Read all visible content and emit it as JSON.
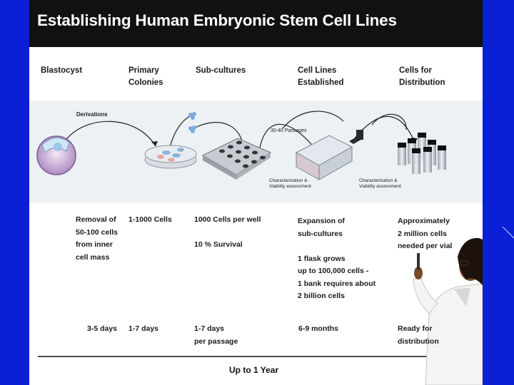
{
  "title": "Establishing Human Embryonic Stem Cell Lines",
  "stage_headers": [
    "Blastocyst",
    "Primary\nColonies",
    "Sub-cultures",
    "Cell Lines\nEstablished",
    "Cells for\nDistribution"
  ],
  "derivations_label": "Derivations",
  "passages_label": "30-40 Passages",
  "assessment_labels": [
    "Characterization &\nViability assessment",
    "Characterization &\nViability assessment"
  ],
  "details": [
    "Removal of\n50-100 cells\nfrom inner\ncell mass",
    "1-1000 Cells",
    "1000 Cells per well\n\n10 % Survival",
    "Expansion of\nsub-cultures\n\n1 flask grows\nup to 100,000 cells -\n1 bank requires about\n2 billion cells",
    "Approximately\n2 million cells\nneeded per vial"
  ],
  "durations": [
    "3-5 days",
    "1-7 days",
    "1-7 days\nper passage",
    "6-9 months",
    "Ready for\ndistribution"
  ],
  "timeline_label": "Up to 1 Year",
  "colors": {
    "background": "#0a1fd6",
    "title_bar": "#111111",
    "band": "#ecf1f4"
  }
}
